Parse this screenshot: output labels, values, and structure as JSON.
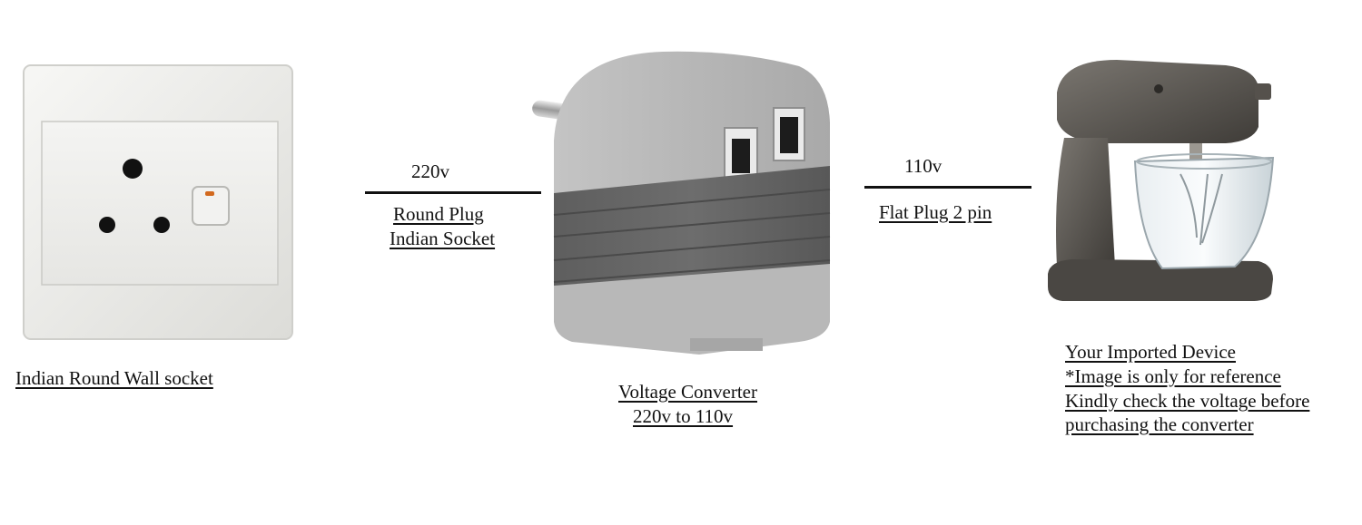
{
  "socket": {
    "caption": "Indian Round Wall socket"
  },
  "left_link": {
    "voltage": "220v",
    "plug_line1": "Round Plug",
    "plug_line2": "Indian Socket"
  },
  "converter": {
    "caption_line1": "Voltage Converter",
    "caption_line2": "220v to 110v"
  },
  "right_link": {
    "voltage": "110v",
    "plug": "Flat Plug 2 pin"
  },
  "device": {
    "line1": "Your Imported Device",
    "line2": "*Image is only for reference",
    "line3": "Kindly check the voltage before",
    "line4": "purchasing the converter"
  }
}
